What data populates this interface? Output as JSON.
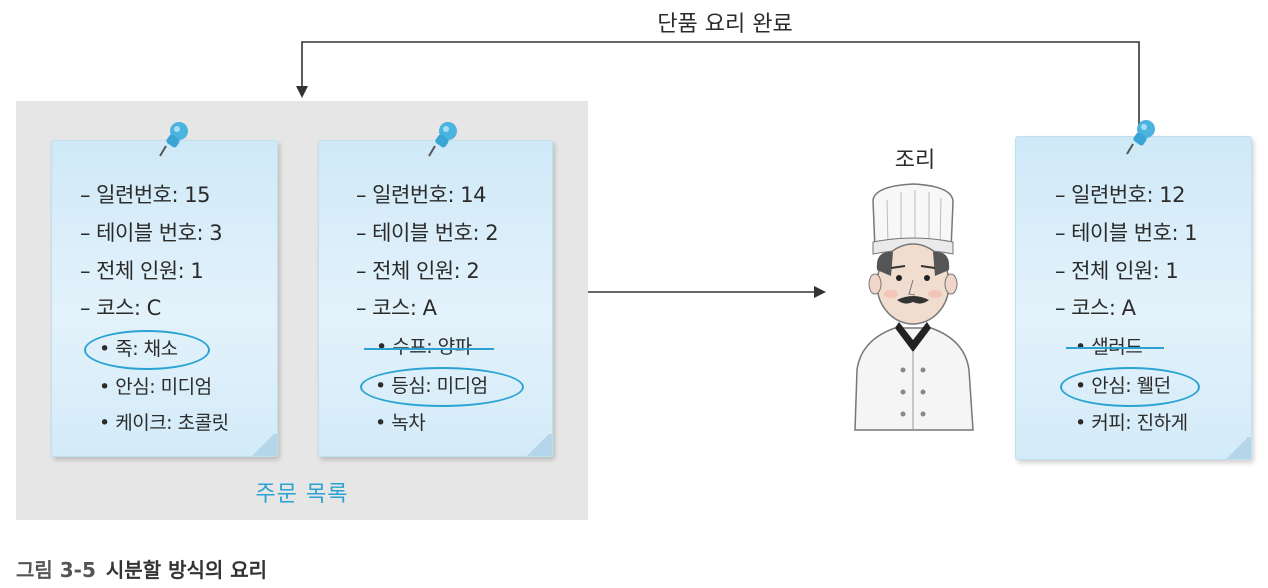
{
  "top_arrow_label": "단품 요리 완료",
  "chef_label": "조리",
  "panel_label": "주문 목록",
  "caption": {
    "number": "그림 3-5",
    "title": "시분할 방식의 요리"
  },
  "notes": [
    {
      "lines": [
        "– 일련번호: 15",
        "– 테이블 번호: 3",
        "– 전체 인원: 1",
        "– 코스: C"
      ],
      "items": [
        "• 죽: 채소",
        "• 안심: 미디엄",
        "• 케이크: 초콜릿"
      ]
    },
    {
      "lines": [
        "– 일련번호: 14",
        "– 테이블 번호: 2",
        "– 전체 인원: 2",
        "– 코스: A"
      ],
      "items": [
        "• 수프: 양파",
        "• 등심: 미디엄",
        "• 녹차"
      ]
    },
    {
      "lines": [
        "– 일련번호: 12",
        "– 테이블 번호: 1",
        "– 전체 인원: 1",
        "– 코스: A"
      ],
      "items": [
        "• 샐러드",
        "• 안심: 웰던",
        "• 커피: 진하게"
      ]
    }
  ],
  "colors": {
    "accent": "#2aa3d2",
    "panel": "#e6e6e6",
    "note": "#d6ecf8"
  },
  "icons": [
    "push-pin-icon",
    "chef-illustration",
    "arrow-icon"
  ]
}
